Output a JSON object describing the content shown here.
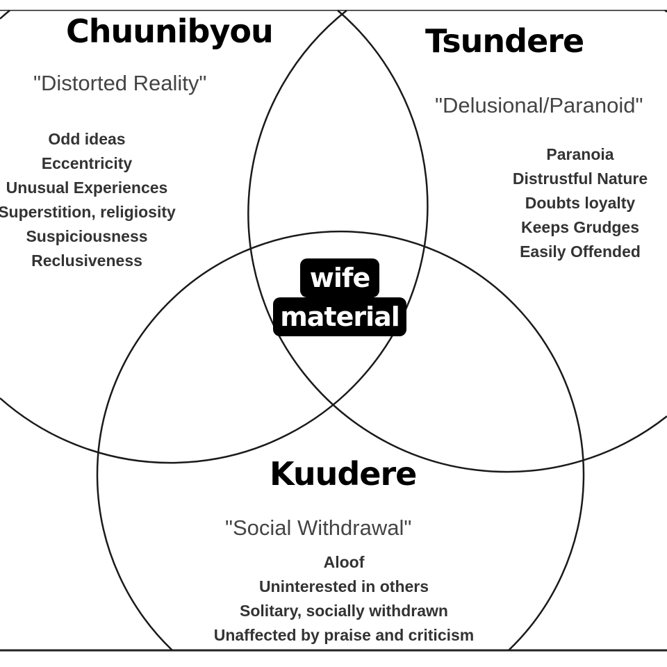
{
  "sets": {
    "left": {
      "title": "Chuunibyou",
      "subtitle": "\"Distorted Reality\"",
      "traits": [
        "Odd ideas",
        "Eccentricity",
        "Unusual Experiences",
        "Superstition, religiosity",
        "Suspiciousness",
        "Reclusiveness"
      ]
    },
    "right": {
      "title": "Tsundere",
      "subtitle": "\"Delusional/Paranoid\"",
      "traits": [
        "Paranoia",
        "Distrustful Nature",
        "Doubts loyalty",
        "Keeps Grudges",
        "Easily Offended"
      ]
    },
    "bottom": {
      "title": "Kuudere",
      "subtitle": "\"Social Withdrawal\"",
      "traits": [
        "Aloof",
        "Uninterested in others",
        "Solitary, socially withdrawn",
        "Unaffected by praise and criticism"
      ]
    }
  },
  "center": {
    "line1": "wife",
    "line2": "material"
  },
  "colors": {
    "line": "#1a1a1a",
    "background": "#ffffff",
    "label_bg": "#000000"
  }
}
